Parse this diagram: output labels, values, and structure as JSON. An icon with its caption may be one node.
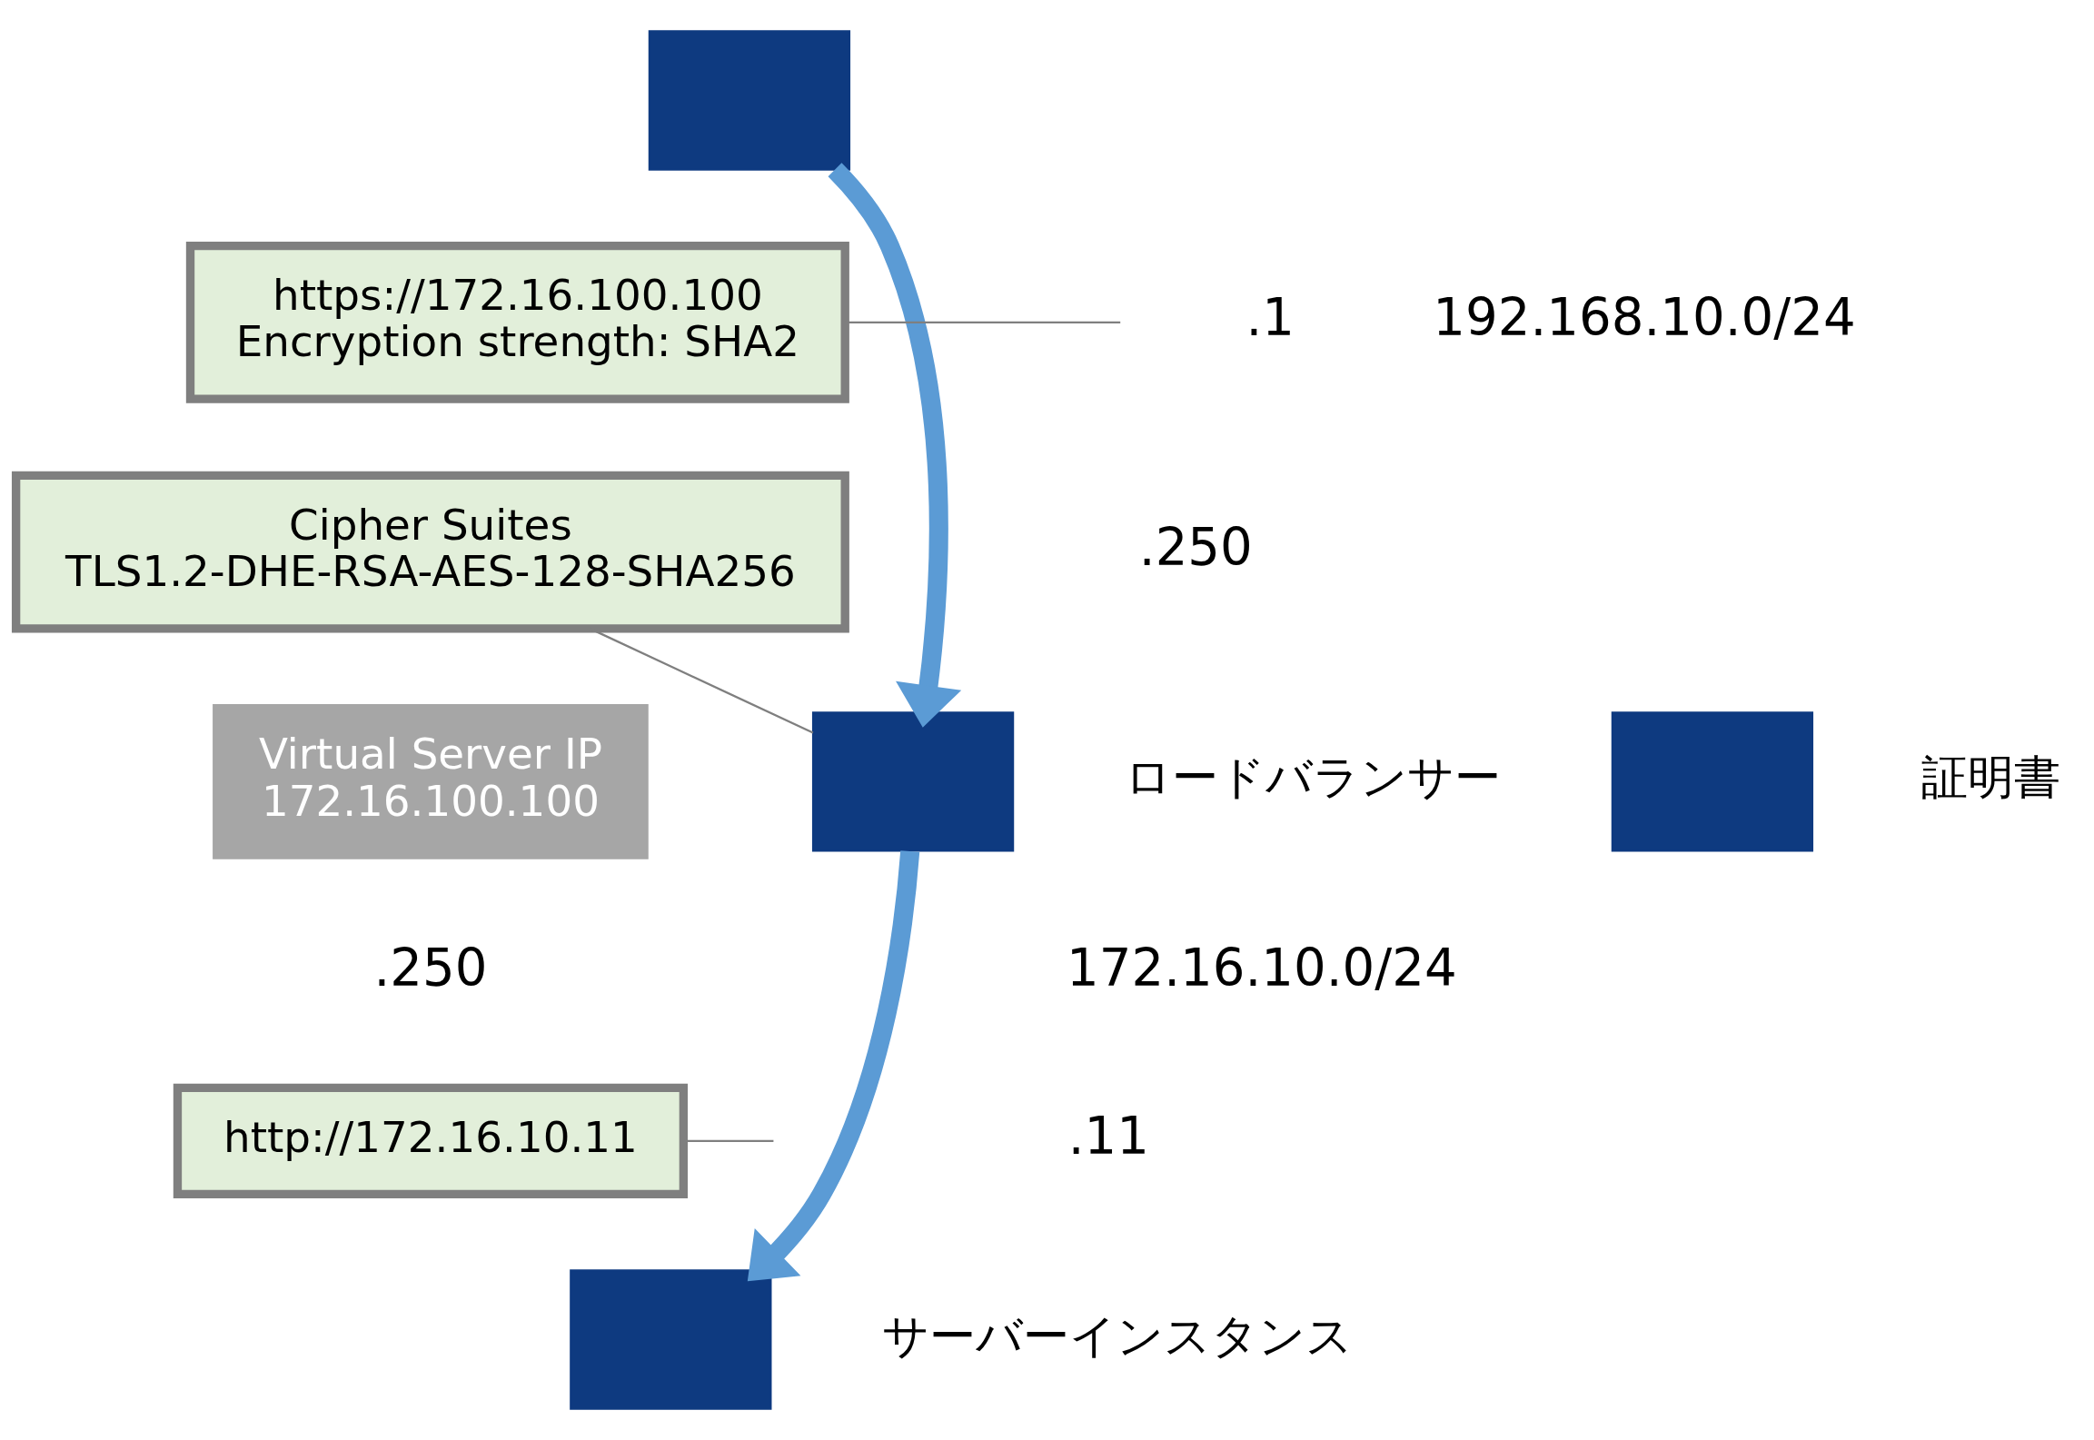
{
  "diagram": {
    "nodes": [
      {
        "text": [],
        "shape": "box"
      },
      {
        "text": [
          "https://172.16.100.100",
          "Encryption strength: SHA2"
        ]
      },
      {
        "text": [],
        "shape": "box",
        "beside": [
          "ロードバランサー"
        ]
      },
      {
        "text": [],
        "shape": "box",
        "beside": [
          "証明書"
        ]
      },
      {
        "text": [
          "Virtual Server IP",
          "172.16.100.100"
        ]
      },
      {
        "text": [
          "Cipher Suites",
          "TLS1.2-DHE-RSA-AES-128-SHA256"
        ]
      },
      {
        "text": [
          "http://172.16.10.11"
        ]
      },
      {
        "text": [],
        "shape": "box",
        "beside": [
          "サーバーインスタンス"
        ]
      }
    ],
    "edges": [
      {
        "from": 0,
        "to": 2,
        "arrow": "to",
        "style": "thick"
      },
      {
        "from": 2,
        "to": 7,
        "arrow": "to",
        "style": "thick"
      },
      {
        "from": 1,
        "to": null,
        "arrow": "none",
        "color": "#7f7f7f"
      },
      {
        "from": 5,
        "to": 2,
        "arrow": "none",
        "color": "#7f7f7f"
      },
      {
        "from": 6,
        "to": null,
        "arrow": "none",
        "color": "#7f7f7f"
      }
    ],
    "labels": [
      ".1",
      "192.168.10.0/24",
      ".250",
      ".250",
      "172.16.10.0/24",
      ".11"
    ]
  }
}
